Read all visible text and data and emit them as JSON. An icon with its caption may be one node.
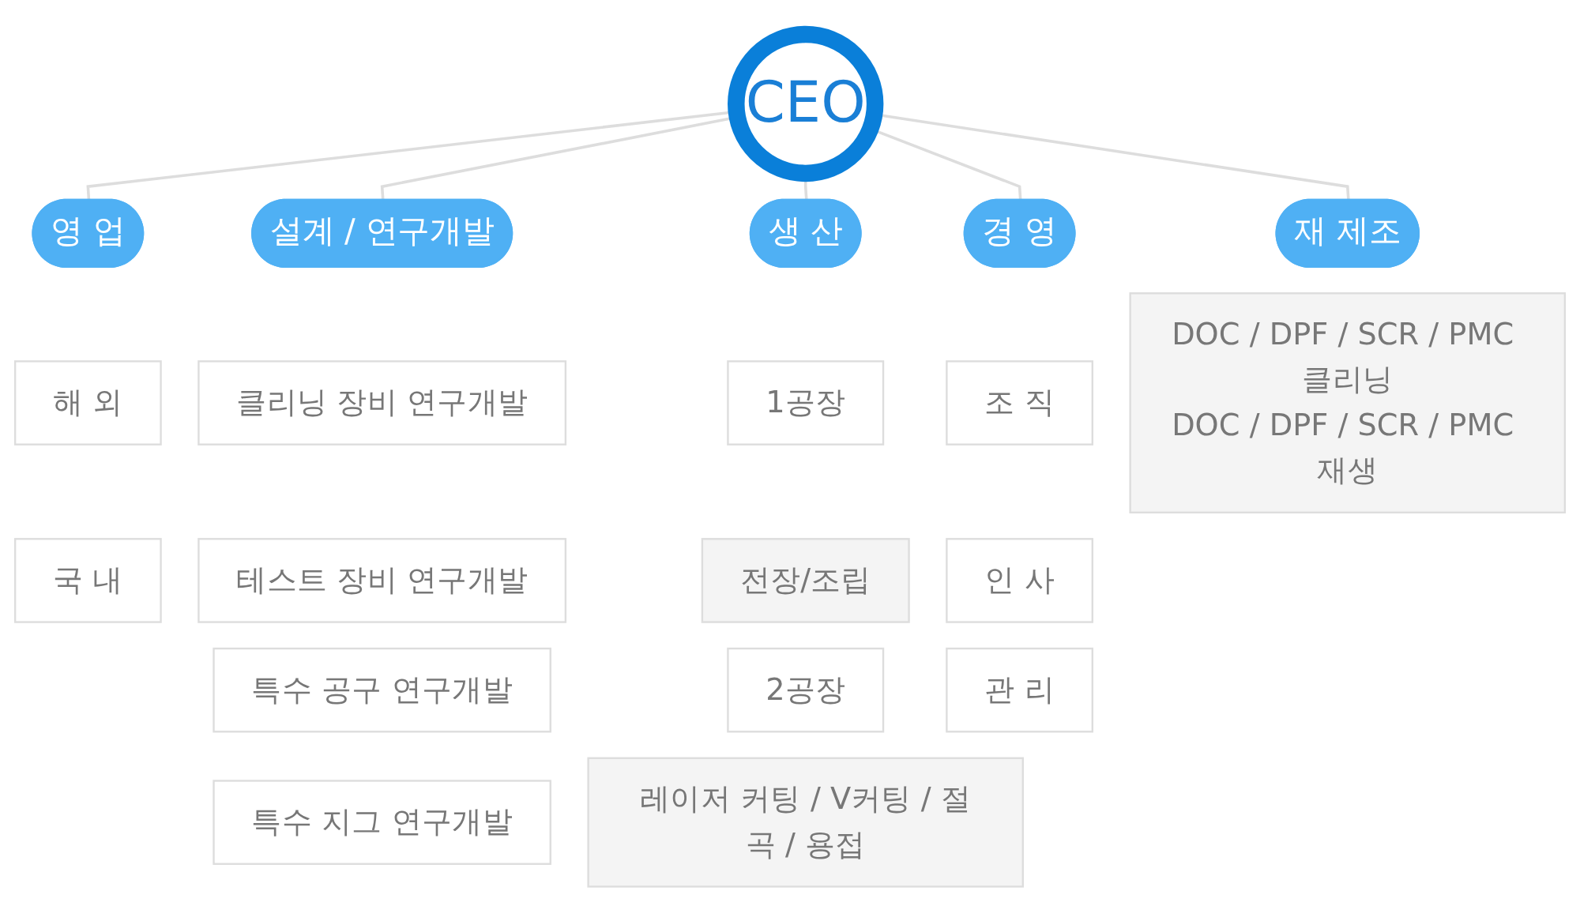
{
  "diagram": {
    "nodes": [
      {
        "text": [
          "CEO"
        ]
      },
      {
        "text": [
          "영 업"
        ]
      },
      {
        "text": [
          "해 외"
        ]
      },
      {
        "text": [
          "국 내"
        ]
      },
      {
        "text": [
          "설계 / 연구개발"
        ]
      },
      {
        "text": [
          "클리닝 장비 연구개발"
        ]
      },
      {
        "text": [
          "테스트 장비 연구개발"
        ]
      },
      {
        "text": [
          "특수 공구 연구개발"
        ]
      },
      {
        "text": [
          "특수 지그 연구개발"
        ]
      },
      {
        "text": [
          "생 산"
        ]
      },
      {
        "text": [
          "1공장"
        ]
      },
      {
        "text": [
          "전장/조립"
        ]
      },
      {
        "text": [
          "2공장"
        ]
      },
      {
        "text": [
          "레이저 커팅 / V커팅 / 절곡 / 용접"
        ]
      },
      {
        "text": [
          "경 영"
        ]
      },
      {
        "text": [
          "조 직"
        ]
      },
      {
        "text": [
          "인 사"
        ]
      },
      {
        "text": [
          "관 리"
        ]
      },
      {
        "text": [
          "재 제조"
        ]
      },
      {
        "text": [
          "DOC / DPF / SCR / PMC 클리닝",
          "DOC / DPF / SCR / PMC 재생"
        ]
      }
    ],
    "edges": [
      {
        "from": 0,
        "to": 1,
        "arrow": "none"
      },
      {
        "from": 0,
        "to": 4,
        "arrow": "none"
      },
      {
        "from": 0,
        "to": 9,
        "arrow": "none"
      },
      {
        "from": 0,
        "to": 14,
        "arrow": "none"
      },
      {
        "from": 0,
        "to": 18,
        "arrow": "none"
      }
    ]
  }
}
